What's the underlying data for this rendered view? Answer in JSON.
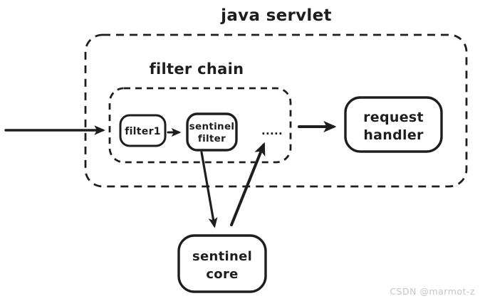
{
  "diagram": {
    "title": "java servlet",
    "filter_chain_label": "filter chain",
    "nodes": {
      "filter1": {
        "label": "filter1"
      },
      "sentinel_filter": {
        "lines": [
          "sentinel",
          "filter"
        ]
      },
      "more_filters_ellipsis": ".....",
      "request_handler": {
        "lines": [
          "request",
          "handler"
        ]
      },
      "sentinel_core": {
        "lines": [
          "sentinel",
          "core"
        ]
      }
    },
    "watermark": "CSDN @marmot-z",
    "colors": {
      "stroke": "#1e1e1e",
      "background": "#ffffff",
      "watermark": "#c5c5c5"
    }
  }
}
